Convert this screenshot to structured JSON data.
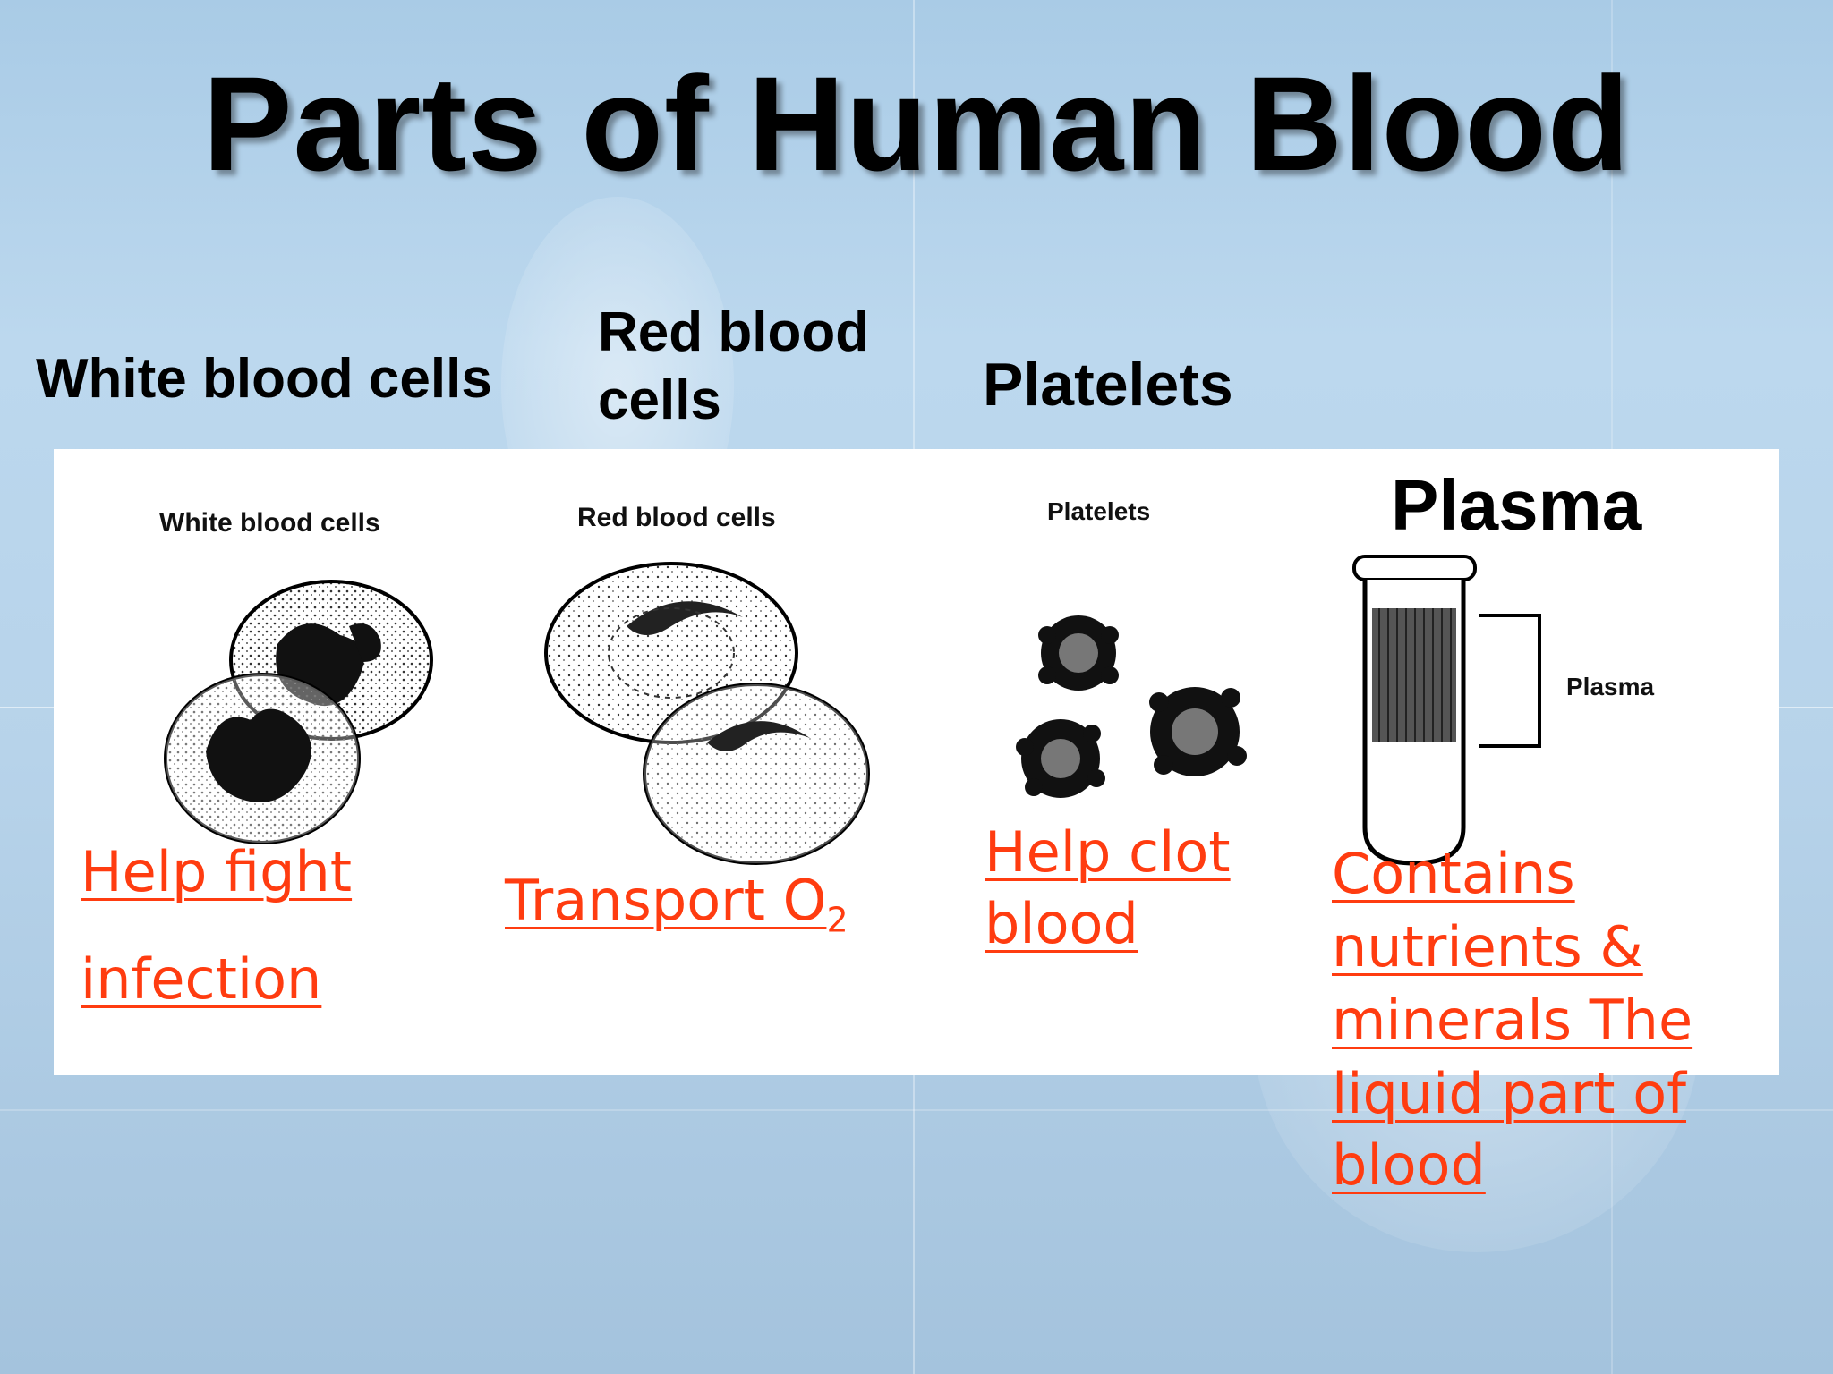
{
  "slide": {
    "title": "Parts of Human Blood"
  },
  "headings": {
    "white": "White blood cells",
    "red_line1": "Red blood",
    "red_line2": "cells",
    "platelets": "Platelets",
    "plasma": "Plasma"
  },
  "figure_labels": {
    "white": "White blood cells",
    "red": "Red blood cells",
    "platelets": "Platelets",
    "plasma": "Plasma"
  },
  "descriptions": {
    "white_line1": "Help fight",
    "white_line2": "infection",
    "red_main": "Transport O",
    "red_sub": "2",
    "platelets_line1": "Help clot",
    "platelets_line2": "blood",
    "plasma_line1": "Contains",
    "plasma_line2": "nutrients &",
    "plasma_line3": "minerals The",
    "plasma_line4": "liquid part of",
    "plasma_line5": "blood"
  },
  "colors": {
    "description_text": "#ff3c10",
    "background": "#b7d3ea"
  }
}
